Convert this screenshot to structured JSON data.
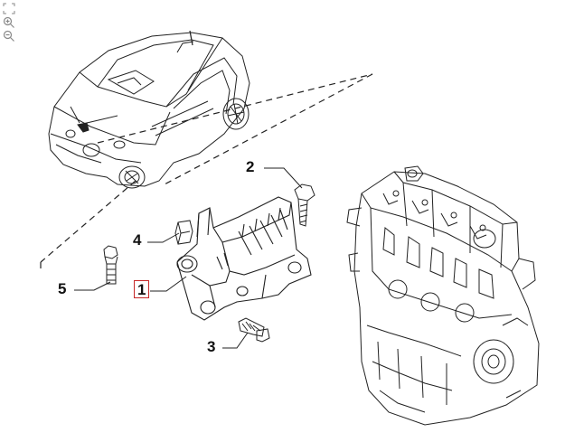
{
  "toolbar": {
    "fit_icon": "fit-screen-icon",
    "zoom_in_icon": "zoom-in-icon",
    "zoom_out_icon": "zoom-out-icon"
  },
  "callouts": {
    "part_1": "1",
    "part_2": "2",
    "part_3": "3",
    "part_4": "4",
    "part_5": "5"
  },
  "colors": {
    "line": "#222222",
    "highlight": "#c62828"
  }
}
